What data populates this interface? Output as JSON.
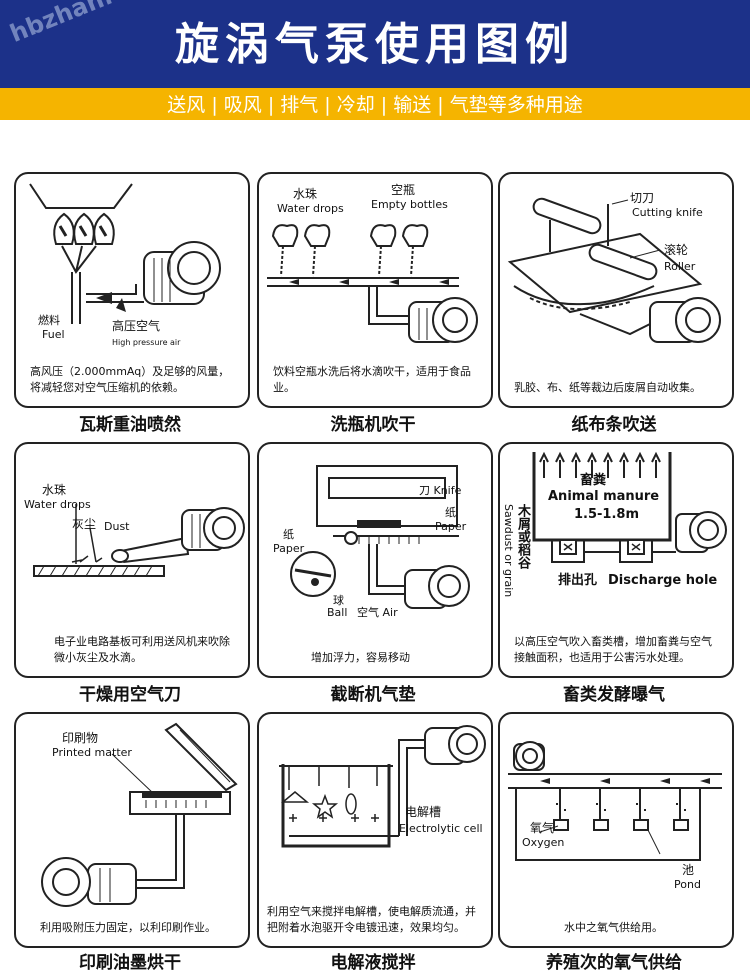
{
  "header": {
    "title": "旋涡气泵使用图例",
    "watermark": "hbzhan.com",
    "subtitle": "送风 | 吸风 | 排气 | 冷却 | 输送 | 气垫等多种用途"
  },
  "panels": [
    {
      "caption": "瓦斯重油喷然",
      "description": "高风压（2.000mmAq）及足够的风量，将减轻您对空气压缩机的依赖。",
      "labels": {
        "fuel_cn": "燃料",
        "fuel_en": "Fuel",
        "air_cn": "高压空气",
        "air_en": "High pressure air"
      }
    },
    {
      "caption": "洗瓶机吹干",
      "description": "饮料空瓶水洗后将水滴吹干，适用于食品业。",
      "labels": {
        "water_cn": "水珠",
        "water_en": "Water drops",
        "bottle_cn": "空瓶",
        "bottle_en": "Empty bottles"
      }
    },
    {
      "caption": "纸布条吹送",
      "description": "乳胶、布、纸等裁边后废屑自动收集。",
      "labels": {
        "knife_cn": "切刀",
        "knife_en": "Cutting knife",
        "roller_cn": "滚轮",
        "roller_en": "Roller"
      }
    },
    {
      "caption": "干燥用空气刀",
      "description": "电子业电路基板可利用送风机来吹除微小灰尘及水滴。",
      "labels": {
        "water_cn": "水珠",
        "water_en": "Water drops",
        "dust_cn": "灰尘",
        "dust_en": "Dust"
      }
    },
    {
      "caption": "截断机气垫",
      "description": "增加浮力，容易移动",
      "labels": {
        "knife": "刀 Knife",
        "paper_cn": "纸",
        "paper_en": "Paper",
        "paper2_cn": "纸",
        "paper2_en": "Paper",
        "ball": "球",
        "ball_en": "Ball",
        "air": "空气 Air"
      }
    },
    {
      "caption": "畜类发酵曝气",
      "description": "以高压空气吹入畜类槽，增加畜粪与空气接触面积，也适用于公害污水处理。",
      "labels": {
        "manure_cn": "畜粪",
        "manure_en": "Animal manure",
        "depth": "1.5-1.8m",
        "sawdust_cn": "木屑或稻谷",
        "sawdust_en": "Sawdust or grain",
        "hole_cn": "排出孔",
        "hole_en": "Discharge hole"
      }
    },
    {
      "caption": "印刷油墨烘干",
      "description": "利用吸附压力固定，以利印刷作业。",
      "labels": {
        "printed_cn": "印刷物",
        "printed_en": "Printed matter"
      }
    },
    {
      "caption": "电解液搅拌",
      "description": "利用空气来搅拌电解槽，使电解质流通，并把附着水泡驱开令电镀迅速，效果均匀。",
      "labels": {
        "cell_cn": "电解槽",
        "cell_en": "Electrolytic cell"
      }
    },
    {
      "caption": "养殖次的氧气供给",
      "description": "水中之氧气供给用。",
      "labels": {
        "oxygen_cn": "氧气",
        "oxygen_en": "Oxygen",
        "pond_cn": "池",
        "pond_en": "Pond"
      }
    }
  ]
}
